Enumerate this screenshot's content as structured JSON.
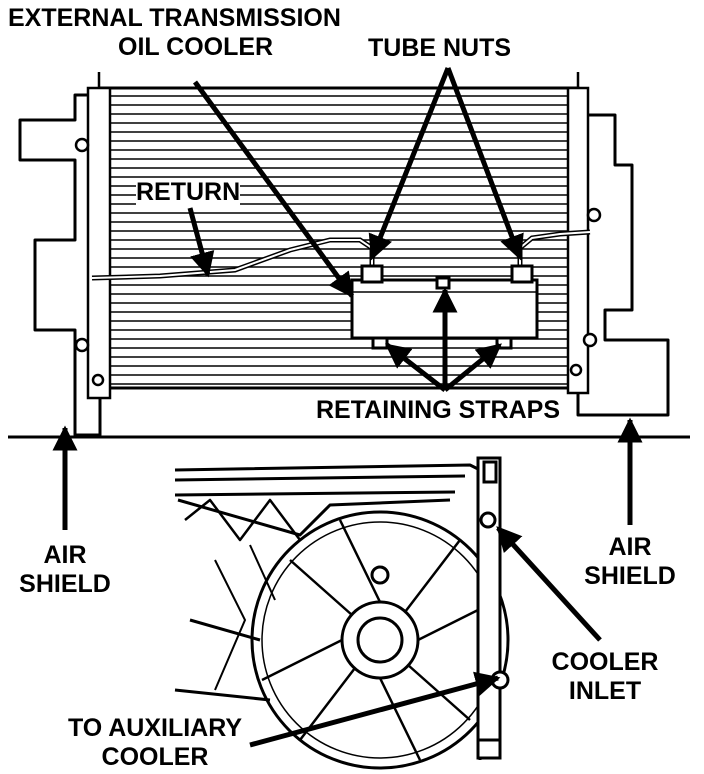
{
  "labels": {
    "external_cooler": {
      "line1": "EXTERNAL TRANSMISSION",
      "line2": "OIL COOLER"
    },
    "tube_nuts": "TUBE NUTS",
    "return": "RETURN",
    "retaining_straps": "RETAINING STRAPS",
    "air_shield_left": {
      "line1": "AIR",
      "line2": "SHIELD"
    },
    "air_shield_right": {
      "line1": "AIR",
      "line2": "SHIELD"
    },
    "cooler_inlet": {
      "line1": "COOLER",
      "line2": "INLET"
    },
    "auxiliary_cooler": {
      "line1": "TO AUXILIARY",
      "line2": "COOLER"
    }
  }
}
